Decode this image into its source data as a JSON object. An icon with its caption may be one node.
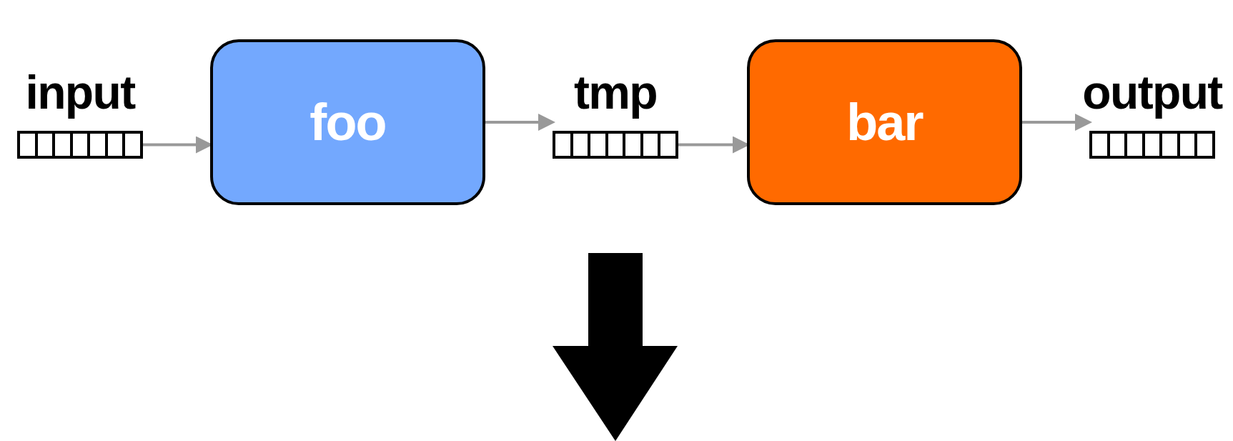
{
  "diagram": {
    "nodes": [
      {
        "text": [
          "input"
        ]
      },
      {
        "text": [
          "foo"
        ]
      },
      {
        "text": [
          "tmp"
        ]
      },
      {
        "text": [
          "bar"
        ]
      },
      {
        "text": [
          "output"
        ]
      }
    ],
    "edges": [
      {
        "from": 0,
        "to": 1,
        "arrow": "to"
      },
      {
        "from": 1,
        "to": 2,
        "arrow": "to"
      },
      {
        "from": 2,
        "to": 3,
        "arrow": "to"
      },
      {
        "from": 3,
        "to": 4,
        "arrow": "to"
      }
    ]
  }
}
